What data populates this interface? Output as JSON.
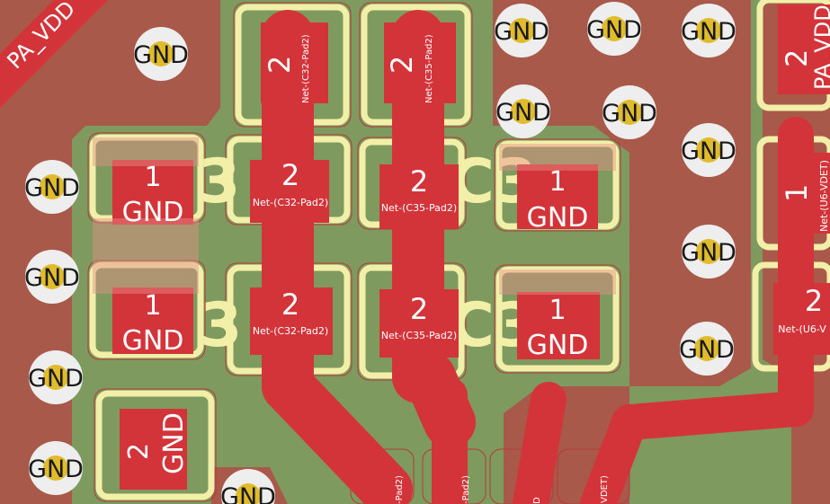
{
  "colors": {
    "board": "#7f9a5f",
    "copper_pour": "#a8594a",
    "pad_red": "#d3343a",
    "silk_yellow": "#f2f0a8",
    "via_ring": "#eeeeee",
    "via_hole": "#e0bb2c",
    "courtyard": "#b53a3a",
    "pad_text": "#ffffff",
    "net_text": "#ffffff"
  },
  "labels": {
    "pa_vdd_left": "PA_VDD",
    "pa_vdd_right": "PA_VDD",
    "gnd": "GND",
    "one": "1",
    "two": "2",
    "three": "3",
    "c3": "C3",
    "net_c32": "Net-(C32-Pad2)",
    "net_c35": "Net-(C35-Pad2)",
    "net_u6_vdet": "Net-(U6-VDET)",
    "net_u6_vdet_cut": "Net-(U6-V",
    "net_bottom_a": "-Pad2)",
    "net_bottom_b": "-Pad2)",
    "net_bottom_c": "D",
    "net_bottom_d": "VDET)"
  }
}
